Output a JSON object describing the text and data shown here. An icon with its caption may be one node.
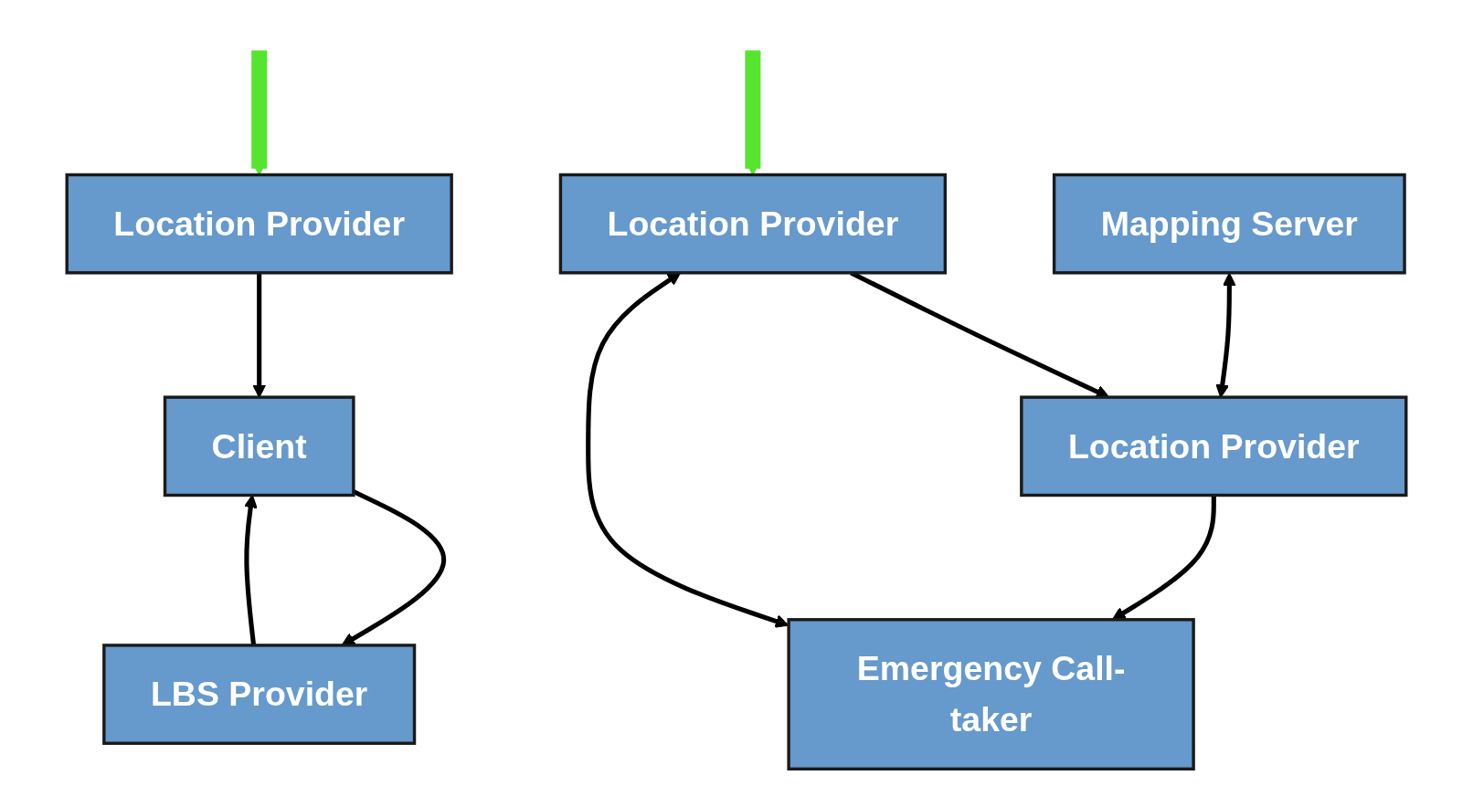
{
  "diagram": {
    "nodes": [
      {
        "text": [
          "Location Provider"
        ]
      },
      {
        "text": [
          "LBS Provider"
        ]
      },
      {
        "text": [
          "Client"
        ]
      },
      {
        "text": [
          "Location Provider"
        ]
      },
      {
        "text": [
          "Mapping Server"
        ]
      },
      {
        "text": [
          "Location Provider"
        ]
      },
      {
        "text": [
          "Emergency Call-taker"
        ]
      }
    ],
    "edges": [
      {
        "from": 0,
        "to": 2,
        "arrow": "to"
      },
      {
        "from": 2,
        "to": 1,
        "arrow": "to"
      },
      {
        "from": 1,
        "to": 2,
        "arrow": "to"
      },
      {
        "from": 6,
        "to": 3,
        "arrow": "both"
      },
      {
        "from": 3,
        "to": 5,
        "arrow": "to"
      },
      {
        "from": 4,
        "to": 5,
        "arrow": "both"
      },
      {
        "from": 5,
        "to": 6,
        "arrow": "to"
      },
      {
        "from": null,
        "to": 0,
        "arrow": "to",
        "style": "thick",
        "color": "#55e52e"
      },
      {
        "from": null,
        "to": 3,
        "arrow": "to",
        "style": "thick",
        "color": "#55e52e"
      }
    ]
  }
}
